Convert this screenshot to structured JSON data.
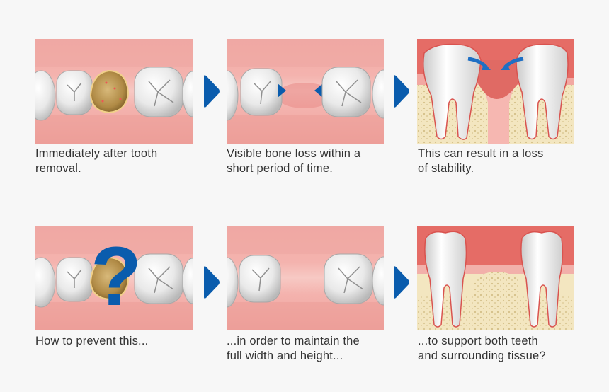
{
  "colors": {
    "background": "#f7f7f7",
    "accent_blue": "#0a5cad",
    "gum_pink": "#f0a8a4",
    "gum_dark": "#e07f7b",
    "tooth_white": "#efefef",
    "bone_yellow": "#f3e6c0",
    "socket_brown": "#b8924e",
    "caption_text": "#333333"
  },
  "rows": [
    {
      "panels": [
        {
          "view": "top-occlusal",
          "state": "socket-after-extraction",
          "caption_lines": [
            "Immediately after tooth",
            "removal."
          ]
        },
        {
          "view": "top-occlusal",
          "state": "gap-closing-with-inward-arrows",
          "caption_lines": [
            "Visible bone loss within a",
            "short period of time."
          ]
        },
        {
          "view": "side-cross-section",
          "state": "teeth-tilting-into-gap",
          "caption_lines": [
            "This can result in a loss",
            "of stability."
          ]
        }
      ]
    },
    {
      "panels": [
        {
          "view": "top-occlusal",
          "state": "socket-with-question-mark",
          "overlay_icon": "question-mark-icon",
          "caption_lines": [
            "How to prevent this..."
          ]
        },
        {
          "view": "top-occlusal",
          "state": "gap-maintained",
          "caption_lines": [
            "...in order to maintain the",
            "full width and height..."
          ]
        },
        {
          "view": "side-cross-section",
          "state": "bone-preserved-teeth-upright",
          "caption_lines": [
            "...to support both teeth",
            "and surrounding tissue?"
          ]
        }
      ]
    }
  ],
  "icons": {
    "step_arrow": "play-arrow-right",
    "overlay": "question-mark"
  },
  "overlay_text": "?"
}
